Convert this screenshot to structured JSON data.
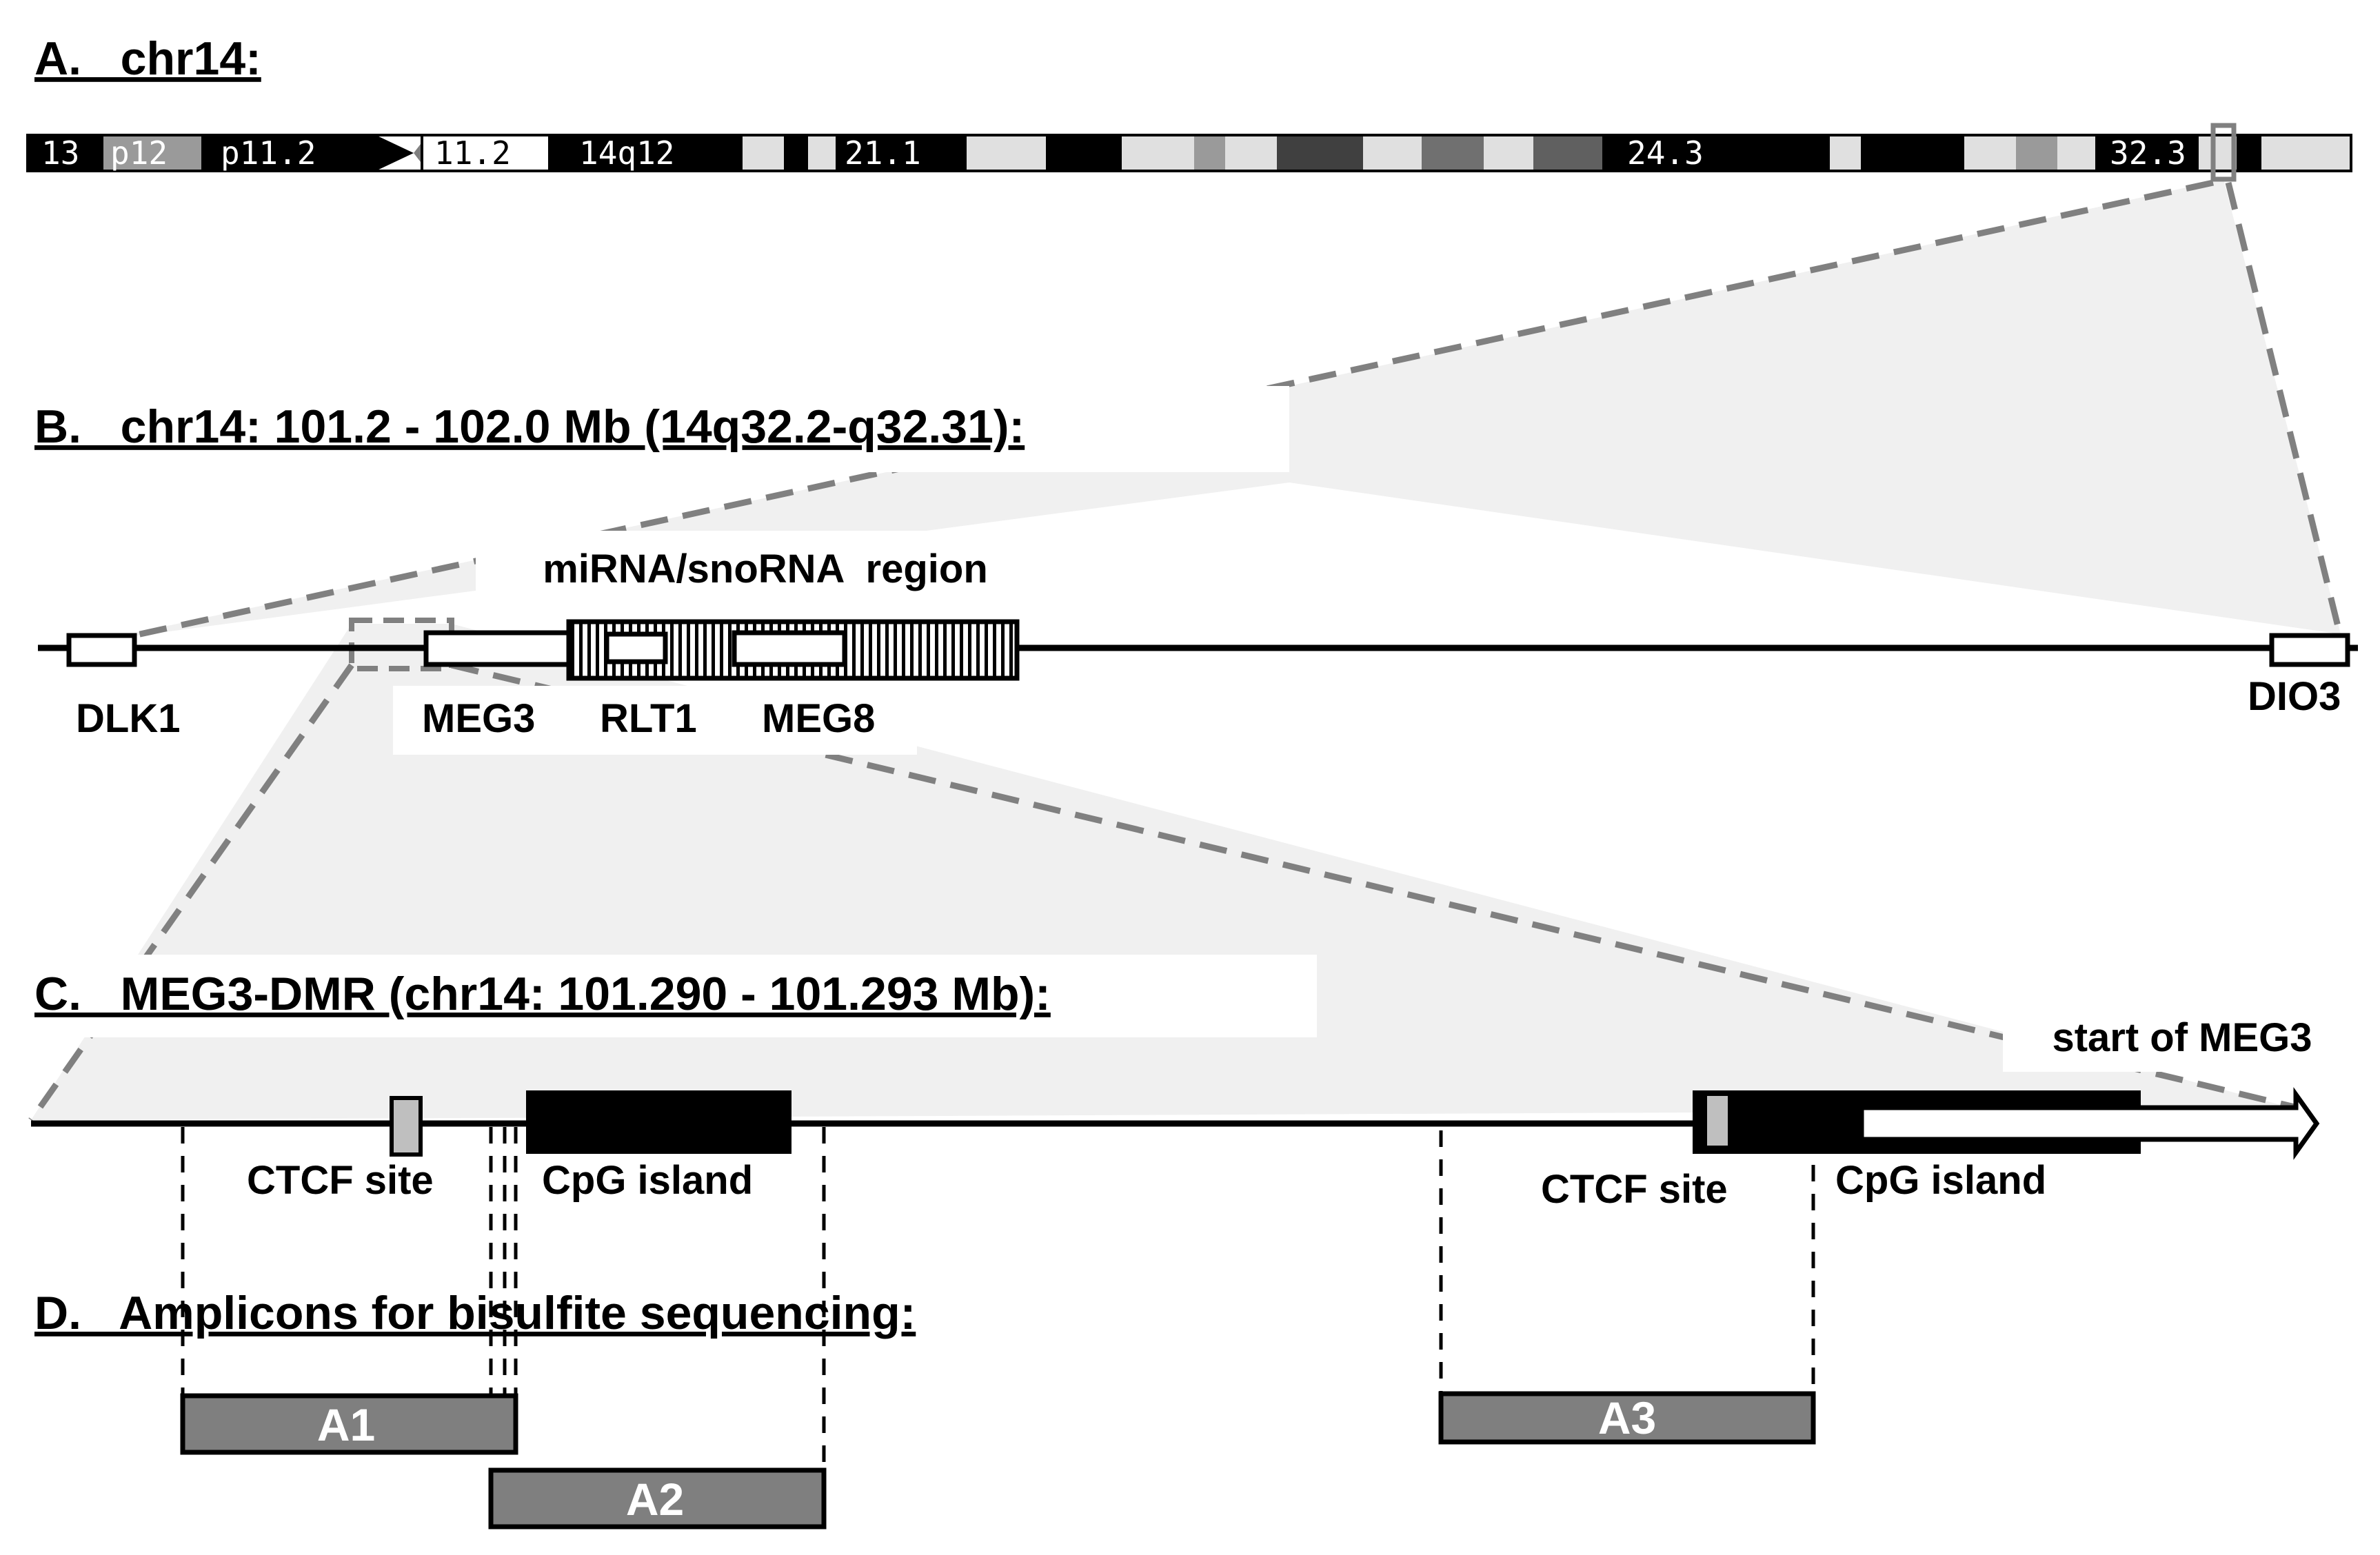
{
  "sections": {
    "a": {
      "title": "A.   chr14:"
    },
    "b": {
      "title": "B.   chr14: 101.2 - 102.0 Mb (14q32.2-q32.31):"
    },
    "c": {
      "title": "C.   MEG3-DMR (chr14: 101.290 - 101.293 Mb):"
    },
    "d": {
      "title": "D.   Amplicons for bisulfite sequencing:"
    }
  },
  "ideogram": {
    "band_labels": [
      "13",
      "p12",
      "p11.2",
      "11.2",
      "14q12",
      "21.1",
      "24.3",
      "32.3"
    ]
  },
  "region_b": {
    "mirna_label": "miRNA/snoRNA  region",
    "genes": [
      "DLK1",
      "MEG3",
      "RLT1",
      "MEG8",
      "DIO3"
    ]
  },
  "region_c": {
    "features": [
      "CTCF site",
      "CpG island",
      "CTCF site",
      "CpG island"
    ],
    "start_label": "start of MEG3"
  },
  "amplicons": [
    "A1",
    "A2",
    "A3"
  ],
  "colors": {
    "zoom_fill": "#f0f0f0",
    "zoom_dash": "#808080",
    "amplicon_fill": "#7f7f7f",
    "ctcf_fill": "#bfbfbf"
  }
}
